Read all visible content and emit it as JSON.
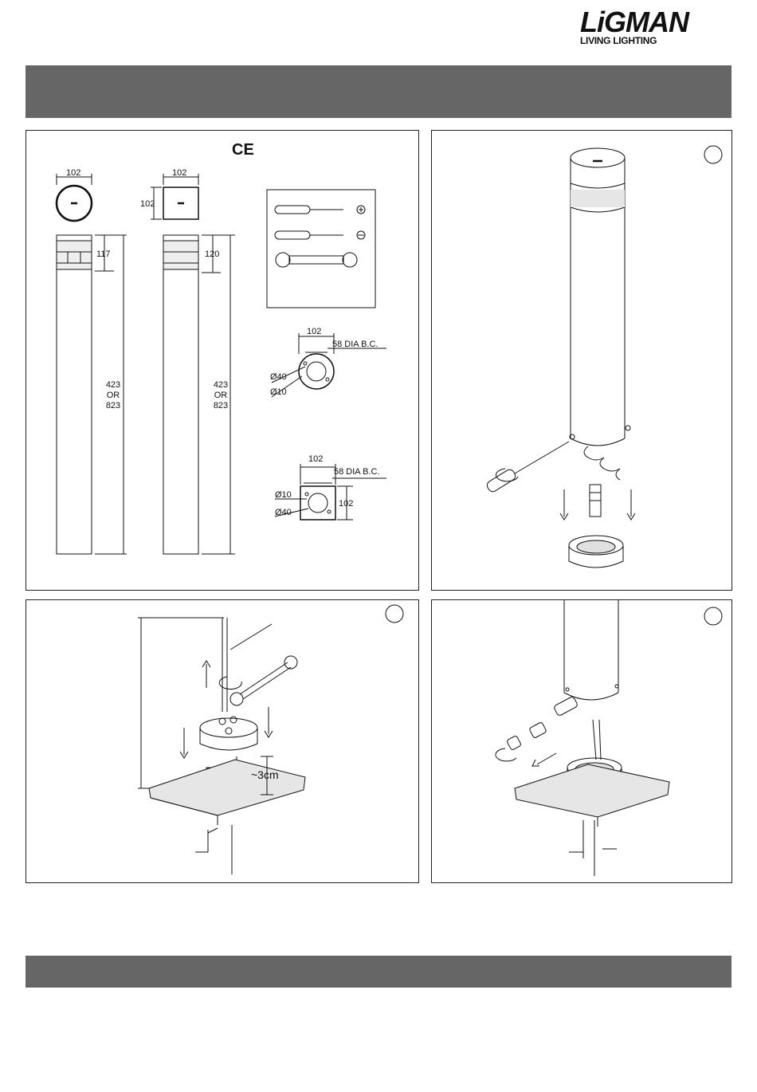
{
  "brand": {
    "name": "LiGMAN",
    "tagline": "LIVING LIGHTING"
  },
  "marks": {
    "ce": "CE"
  },
  "dimensions": {
    "round_width": "102",
    "square_width": "102",
    "square_depth": "102",
    "round_head_height": "117",
    "square_head_height": "120",
    "height_line1": "423",
    "height_line2": "OR",
    "height_line3": "823",
    "base_round_width": "102",
    "base_round_bolt_circle": "58 DIA B.C.",
    "base_round_hole_large": "Ø40",
    "base_round_hole_small": "Ø10",
    "base_square_width": "102",
    "base_square_depth": "102",
    "base_square_bolt_circle": "58 DIA B.C.",
    "base_square_hole_small": "Ø10",
    "base_square_hole_large": "Ø40"
  },
  "steps": {
    "step_a_note": "~3cm"
  },
  "colors": {
    "band": "#666666",
    "line": "#111111",
    "shade": "#d8d8d8"
  }
}
